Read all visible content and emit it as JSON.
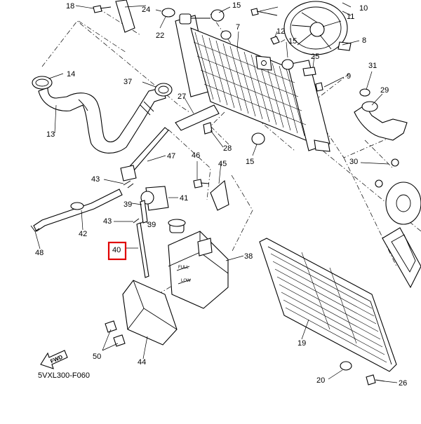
{
  "diagram_code": "5VXL300-F060",
  "fwd_label": "FWD",
  "reservoir_text": [
    "FULL",
    "LOW"
  ],
  "highlight_color": "#e00000",
  "highlighted_callout": "40",
  "callouts": {
    "c18": "18",
    "c24": "24",
    "c22": "22",
    "c15a": "15",
    "c11": "11",
    "c10": "10",
    "c12": "12",
    "c7": "7",
    "c15b": "15",
    "c8": "8",
    "c14": "14",
    "c25": "25",
    "c9": "9",
    "c37": "37",
    "c27": "27",
    "c13": "13",
    "c31": "31",
    "c29": "29",
    "c28": "28",
    "c15c": "15",
    "c47": "47",
    "c46": "46",
    "c45": "45",
    "c30": "30",
    "c43a": "43",
    "c41": "41",
    "c39a": "39",
    "c39b": "39",
    "c43b": "43",
    "c42": "42",
    "c48": "48",
    "c40": "40",
    "c38": "38",
    "c19": "19",
    "c50": "50",
    "c44": "44",
    "c20": "20",
    "c26": "26"
  }
}
